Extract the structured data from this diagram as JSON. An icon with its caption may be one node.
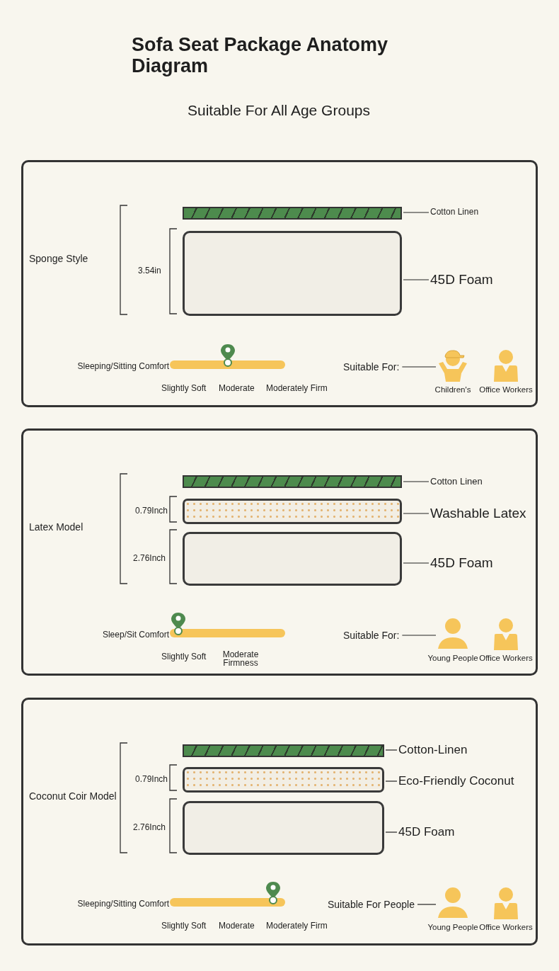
{
  "diagram": {
    "title": "Sofa Seat Package Anatomy Diagram",
    "nodes": [
      {
        "text": [
          "Sponge Style"
        ]
      },
      {
        "text": [],
        "shape": "bar",
        "in": 0
      },
      {
        "text": [],
        "shape": "box",
        "in": 0
      },
      {
        "text": [
          "Cotton Linen"
        ],
        "in": 0
      },
      {
        "text": [
          "45D Foam"
        ],
        "in": 0
      },
      {
        "text": [
          "Suitable For:"
        ],
        "in": 0
      },
      {
        "text": [],
        "shape": "person",
        "in": 0,
        "beside": [
          "Children's"
        ]
      },
      {
        "text": [],
        "shape": "person",
        "in": 0,
        "beside": [
          "Office Workers"
        ]
      },
      {
        "text": [
          "Latex Model"
        ]
      },
      {
        "text": [],
        "shape": "bar",
        "in": 8
      },
      {
        "text": [],
        "shape": "bar",
        "in": 8
      },
      {
        "text": [],
        "shape": "box",
        "in": 8
      },
      {
        "text": [
          "Cotton Linen"
        ],
        "in": 8
      },
      {
        "text": [
          "Washable Latex"
        ],
        "in": 8
      },
      {
        "text": [
          "45D Foam"
        ],
        "in": 8
      },
      {
        "text": [
          "Suitable For:"
        ],
        "in": 8
      },
      {
        "text": [],
        "shape": "person",
        "in": 8,
        "beside": [
          "Young People"
        ]
      },
      {
        "text": [],
        "shape": "person",
        "in": 8,
        "beside": [
          "Office Workers"
        ]
      },
      {
        "text": [
          "Coconut Coir Model"
        ]
      },
      {
        "text": [],
        "shape": "bar",
        "in": 18
      },
      {
        "text": [],
        "shape": "bar",
        "in": 18
      },
      {
        "text": [],
        "shape": "box",
        "in": 18
      },
      {
        "text": [
          "Cotton-Linen"
        ],
        "in": 18
      },
      {
        "text": [
          "Eco-Friendly Coconut"
        ],
        "in": 18
      },
      {
        "text": [
          "45D Foam"
        ],
        "in": 18
      },
      {
        "text": [
          "Suitable For People"
        ],
        "in": 18
      },
      {
        "text": [],
        "shape": "person",
        "in": 18,
        "beside": [
          "Young People"
        ]
      },
      {
        "text": [],
        "shape": "person",
        "in": 18,
        "beside": [
          "Office Workers"
        ]
      }
    ],
    "edges": [
      {
        "from": 3,
        "to": 1,
        "arrow": "none"
      },
      {
        "from": 4,
        "to": 2,
        "arrow": "none"
      },
      {
        "from": 5,
        "to": 6,
        "arrow": "none"
      },
      {
        "from": 12,
        "to": 9,
        "arrow": "none"
      },
      {
        "from": 13,
        "to": 10,
        "arrow": "none"
      },
      {
        "from": 14,
        "to": 11,
        "arrow": "none"
      },
      {
        "from": 15,
        "to": 16,
        "arrow": "none"
      },
      {
        "from": 22,
        "to": 19,
        "arrow": "none"
      },
      {
        "from": 23,
        "to": 20,
        "arrow": "none"
      },
      {
        "from": 24,
        "to": 21,
        "arrow": "none"
      },
      {
        "from": 25,
        "to": 26,
        "arrow": "none"
      }
    ],
    "labels": [
      "Suitable For All Age Groups",
      "3.54in",
      "Sleeping/Sitting Comfort",
      "Slightly Soft",
      "Moderate",
      "Moderately Firm",
      "0.79Inch",
      "2.76Inch",
      "Sleep/Sit Comfort",
      "Slightly Soft",
      "Moderate Firmness",
      "0.79Inch",
      "2.76Inch",
      "Sleeping/Sitting Comfort",
      "Slightly Soft",
      "Moderate",
      "Moderately Firm"
    ]
  }
}
